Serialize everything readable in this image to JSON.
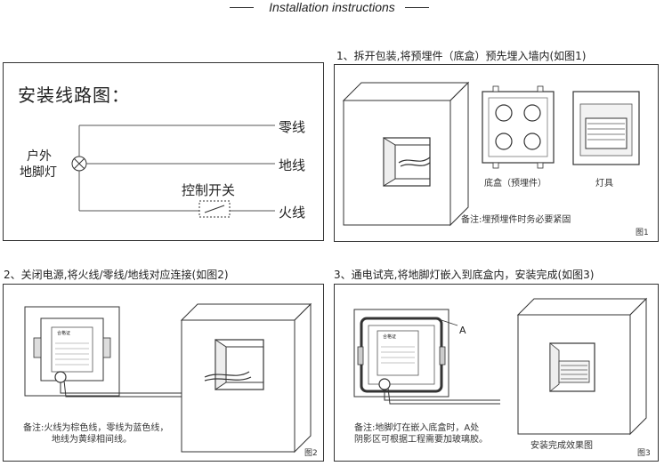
{
  "header": {
    "title": "Installation instructions"
  },
  "wiring": {
    "title": "安装线路图：",
    "lamp_line1": "户外",
    "lamp_line2": "地脚灯",
    "neutral": "零线",
    "ground": "地线",
    "switch": "控制开关",
    "live": "火线"
  },
  "step1": {
    "caption": "1、拆开包装,将预埋件（底盒）预先埋入墙内(如图1)",
    "box_label": "底盒（预埋件）",
    "lamp_label": "灯具",
    "note": "备注:埋预埋件时务必要紧固",
    "fig": "图1"
  },
  "step2": {
    "caption": "2、关闭电源,将火线/零线/地线对应连接(如图2)",
    "note_line1": "备注:火线为棕色线，零线为蓝色线，",
    "note_line2": "地线为黄绿相间线。",
    "fig": "图2",
    "label_title": "合格证"
  },
  "step3": {
    "caption": "3、通电试亮,将地脚灯嵌入到底盒内，安装完成(如图3)",
    "marker": "A",
    "note_line1": "备注:地脚灯在嵌入底盒时，A处",
    "note_line2": "阴影区可根据工程需要加玻璃胶。",
    "result_label": "安装完成效果图",
    "fig": "图3",
    "label_title": "合格证"
  }
}
